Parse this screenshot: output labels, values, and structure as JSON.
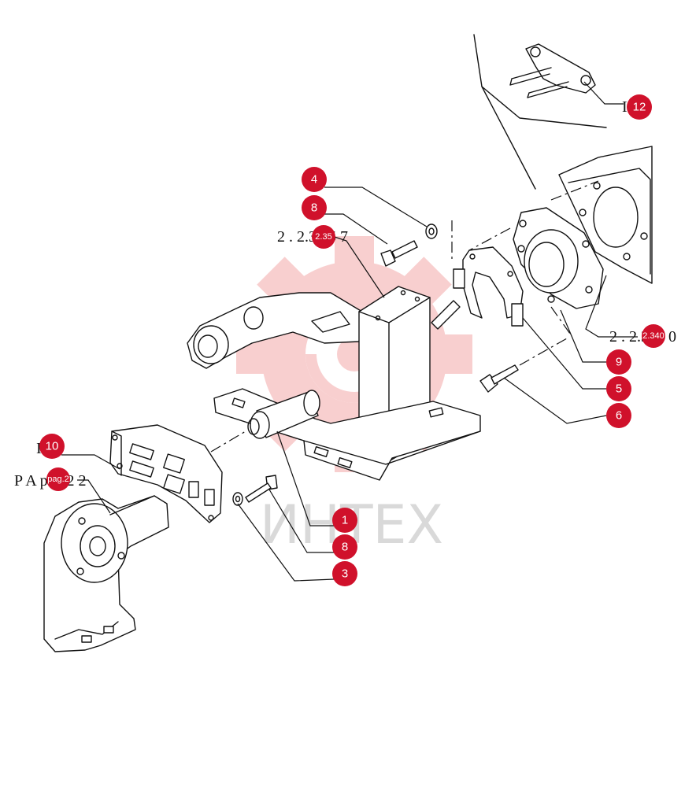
{
  "diagram": {
    "colors": {
      "callout": "#d0112b",
      "line": "#111111",
      "watermark": "#f4b6b6",
      "watermark_text": "#d9d9d9"
    },
    "watermark_text": "ИНТЕХ",
    "callouts": [
      {
        "id": "c12",
        "label": "12"
      },
      {
        "id": "c4",
        "label": "4"
      },
      {
        "id": "c8a",
        "label": "8"
      },
      {
        "id": "c9",
        "label": "9"
      },
      {
        "id": "c5",
        "label": "5"
      },
      {
        "id": "c6",
        "label": "6"
      },
      {
        "id": "c10",
        "label": "10"
      },
      {
        "id": "c1",
        "label": "1"
      },
      {
        "id": "c8b",
        "label": "8"
      },
      {
        "id": "c3",
        "label": "3"
      }
    ],
    "references": {
      "ref_top": {
        "text": "2 . 2.35 5 7",
        "badge": "2.35"
      },
      "ref_right": {
        "text": "2 . 2.340 0",
        "badge": "2.340"
      },
      "ref_left": {
        "text": "P A pag.2 2",
        "badge": "pag.2"
      },
      "ref_12_prefix": "I",
      "ref_10_prefix": "I"
    }
  }
}
